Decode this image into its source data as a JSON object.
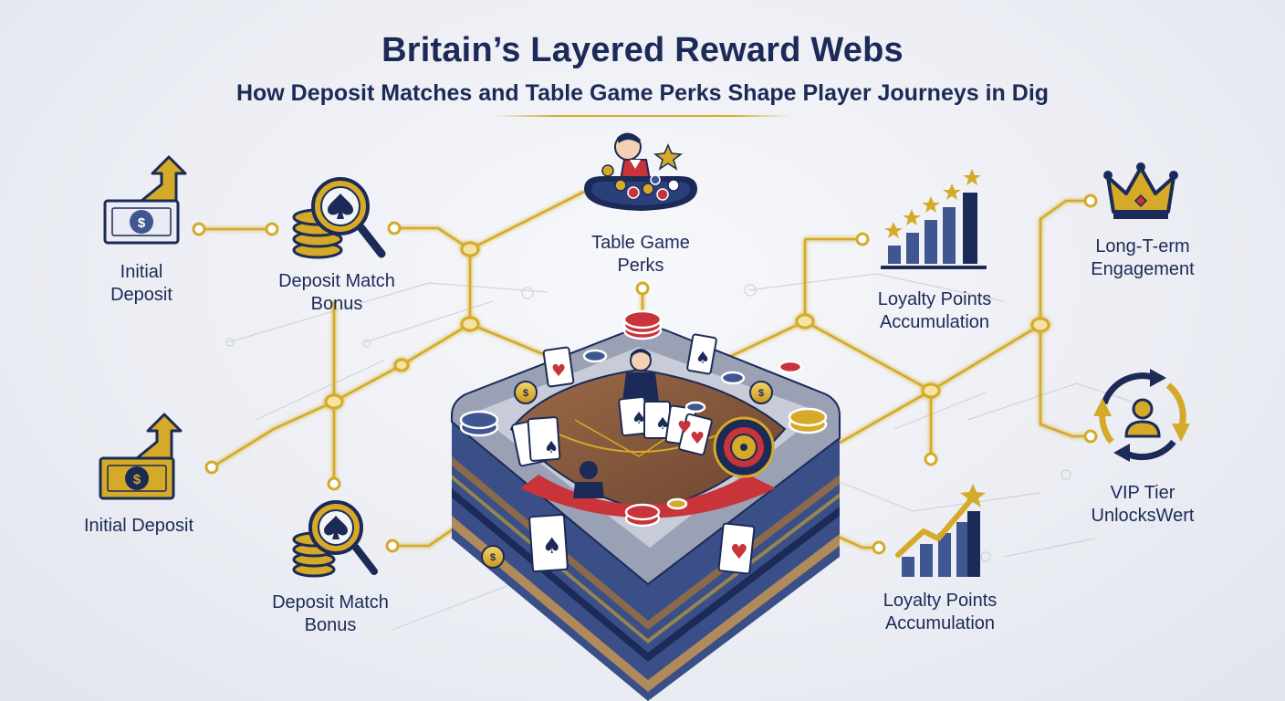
{
  "header": {
    "title": "Britain’s Layered Reward Webs",
    "subtitle": "How Deposit Matches and Table Game Perks Shape Player Journeys in Dig"
  },
  "nodes": {
    "initial_deposit_top": {
      "line1": "Initial",
      "line2": "Deposit",
      "icon": "cash-arrow-up-icon"
    },
    "deposit_match_top": {
      "line1": "Deposit Match",
      "line2": "Bonus",
      "icon": "coin-magnifier-icon"
    },
    "table_game_perks": {
      "line1": "Table Game",
      "line2": "Perks",
      "icon": "dealer-table-icon"
    },
    "loyalty_points_top": {
      "line1": "Loyalty Points",
      "line2": "Accumulation",
      "icon": "bar-chart-stars-icon"
    },
    "long_term": {
      "line1": "Long-T-erm",
      "line2": "Engagement",
      "icon": "crown-icon"
    },
    "initial_deposit_bottom": {
      "line1": "Initial Deposit",
      "icon": "cash-arrow-up-icon"
    },
    "deposit_match_bottom": {
      "line1": "Deposit Match",
      "line2": "Bonus",
      "icon": "coin-magnifier-icon"
    },
    "loyalty_points_bottom": {
      "line1": "Loyalty Points",
      "line2": "Accumulation",
      "icon": "bar-chart-trend-icon"
    },
    "vip_tier": {
      "line1": "VIP Tier",
      "line2": "UnlocksWert",
      "icon": "user-cycle-icon"
    }
  },
  "centerpiece": {
    "icon": "layered-casino-table-icon"
  },
  "colors": {
    "navy": "#1c2a57",
    "gold": "#d4aa28",
    "red": "#c8343a",
    "felt": "#8a5a3c",
    "background": "#eceef4"
  }
}
